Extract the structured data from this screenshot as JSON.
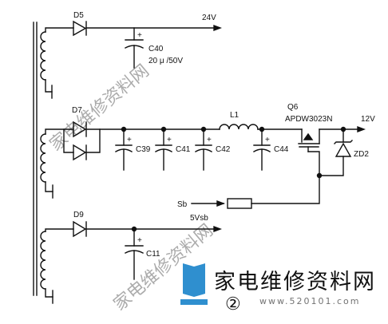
{
  "labels": {
    "d5": "D5",
    "v24": "24V",
    "c40": "C40",
    "c40_rating": "20 μ /50V",
    "d7": "D7",
    "c39": "C39",
    "c41": "C41",
    "c42": "C42",
    "c44": "C44",
    "l1": "L1",
    "q6": "Q6",
    "q6_part": "APDW3023N",
    "v12": "12V",
    "zd2": "ZD2",
    "sb": "Sb",
    "v5vsb": "5Vsb",
    "d9": "D9",
    "c11": "C11",
    "plus": "+",
    "figure_number": "②"
  },
  "watermark": {
    "brand_cn": "家电维修资料网",
    "site": "www.520101.com",
    "diag_cn": "家电维修资料网"
  },
  "colors": {
    "ink": "#111111",
    "watermark": "#2f8fcf",
    "watermark_faint": "#bfbfbf"
  }
}
